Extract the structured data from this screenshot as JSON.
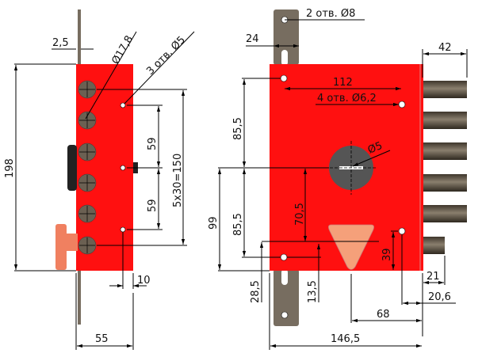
{
  "colors": {
    "body": "#ff1010",
    "bolt": "#5a5145",
    "strip": "#776d60",
    "handle": "#f08060",
    "cylinder": "#555555",
    "triangle": "#f5a07a"
  },
  "side_view": {
    "strip_thickness": "2,5",
    "bolt_diameter": "Ø17,8",
    "holes_note": "3 отв. Ø5",
    "height": "198",
    "spacing_upper": "59",
    "spacing_lower": "59",
    "bolt_pitch": "5x30=150",
    "hole_offset": "10",
    "width": "55"
  },
  "front_view": {
    "strip_holes": "2 отв. Ø8",
    "strip_width": "24",
    "bolt_length": "42",
    "mount_spacing": "112",
    "mount_holes": "4 отв. Ø6,2",
    "key_diameter": "Ø5",
    "upper_dist": "85,5",
    "lower_dist": "85,5",
    "key_height": "99",
    "key_to_latch": "70,5",
    "bottom_offset": "28,5",
    "latch_offset": "13,5",
    "latch_height": "39",
    "small_bolt": "21",
    "hole_to_edge": "20,6",
    "key_to_edge": "68",
    "total_width": "146,5"
  }
}
